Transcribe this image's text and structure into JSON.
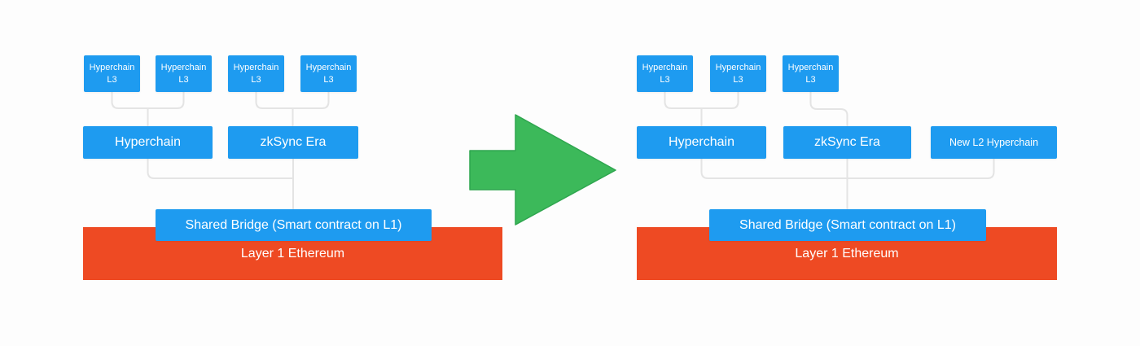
{
  "left_diagram": {
    "l3_nodes": [
      {
        "line1": "Hyperchain",
        "line2": "L3"
      },
      {
        "line1": "Hyperchain",
        "line2": "L3"
      },
      {
        "line1": "Hyperchain",
        "line2": "L3"
      },
      {
        "line1": "Hyperchain",
        "line2": "L3"
      }
    ],
    "l2_nodes": [
      {
        "label": "Hyperchain"
      },
      {
        "label": "zkSync Era"
      }
    ],
    "bridge_label": "Shared Bridge (Smart contract on L1)",
    "l1_label": "Layer 1 Ethereum"
  },
  "right_diagram": {
    "l3_nodes": [
      {
        "line1": "Hyperchain",
        "line2": "L3"
      },
      {
        "line1": "Hyperchain",
        "line2": "L3"
      },
      {
        "line1": "Hyperchain",
        "line2": "L3"
      }
    ],
    "l2_nodes": [
      {
        "label": "Hyperchain"
      },
      {
        "label": "zkSync Era"
      },
      {
        "label": "New L2 Hyperchain"
      }
    ],
    "bridge_label": "Shared Bridge (Smart contract on L1)",
    "l1_label": "Layer 1 Ethereum"
  },
  "arrow": {
    "direction": "right"
  },
  "colors": {
    "node_blue": "#1E9BF0",
    "l1_red": "#EE4A23",
    "arrow_green": "#3CB95A",
    "connector_gray": "#E4E4E4",
    "background": "#FDFDFD",
    "text_white": "#FFFFFF"
  }
}
